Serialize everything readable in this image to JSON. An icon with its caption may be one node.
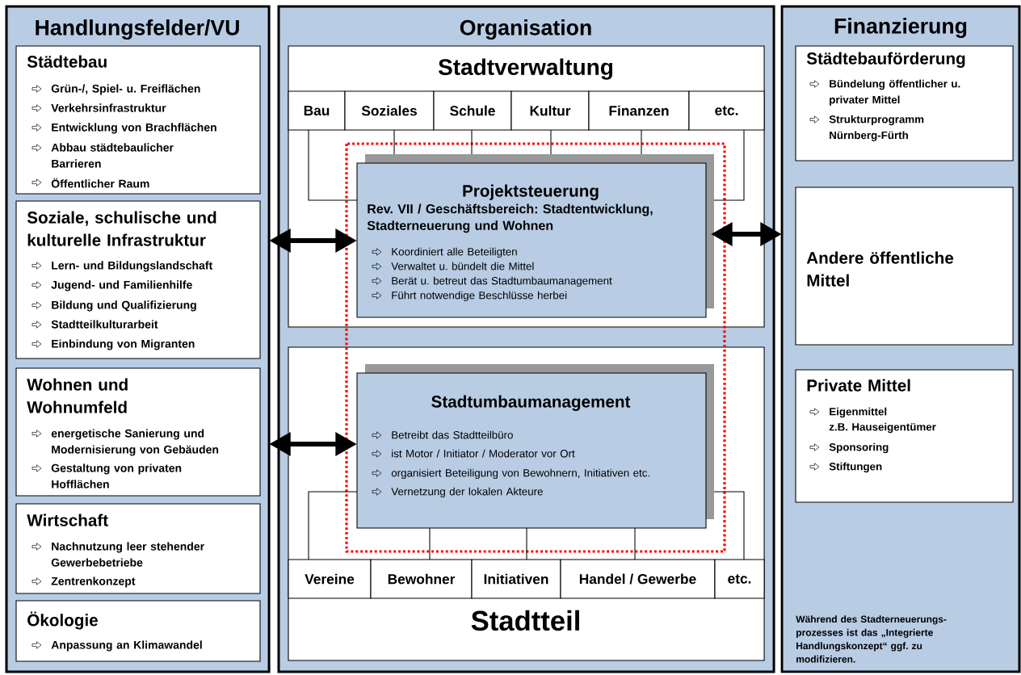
{
  "diagram": {
    "nodes": [
      {
        "text": [
          "Handlungsfelder/VU"
        ]
      },
      {
        "text": [
          "Städtebau",
          "Grün-/, Spiel- u. Freiflächen",
          "Verkehrsinfrastruktur",
          "Entwicklung von Brachflächen",
          "Abbau städtebaulicher Barrieren",
          "Öffentlicher Raum"
        ],
        "in": 0
      },
      {
        "text": [
          "Soziale, schulische und kulturelle Infrastruktur",
          "Lern- und Bildungslandschaft",
          "Jugend- und Familienhilfe",
          "Bildung und Qualifizierung",
          "Stadtteilkulturarbeit",
          "Einbindung von Migranten"
        ],
        "in": 0
      },
      {
        "text": [
          "Wohnen und Wohnumfeld",
          "energetische Sanierung und Modernisierung von Gebäuden",
          "Gestaltung von privaten Hofflächen"
        ],
        "in": 0
      },
      {
        "text": [
          "Wirtschaft",
          "Nachnutzung leer stehender Gewerbebetriebe",
          "Zentrenkonzept"
        ],
        "in": 0
      },
      {
        "text": [
          "Ökologie",
          "Anpassung an Klimawandel"
        ],
        "in": 0
      },
      {
        "text": [
          "Organisation"
        ]
      },
      {
        "text": [
          "Stadtverwaltung"
        ],
        "in": 6
      },
      {
        "text": [
          "Bau"
        ],
        "in": 7
      },
      {
        "text": [
          "Soziales"
        ],
        "in": 7
      },
      {
        "text": [
          "Schule"
        ],
        "in": 7
      },
      {
        "text": [
          "Kultur"
        ],
        "in": 7
      },
      {
        "text": [
          "Finanzen"
        ],
        "in": 7
      },
      {
        "text": [
          "etc."
        ],
        "in": 7
      },
      {
        "text": [
          "Projektsteuerung",
          "Rev. VII / Geschäftsbereich: Stadtentwicklung, Stadterneuerung und Wohnen",
          "Koordiniert alle Beteiligten",
          "Verwaltet u. bündelt die Mittel",
          "Berät u. betreut das Stadtumbaumanagement",
          "Führt notwendige Beschlüsse herbei"
        ],
        "in": 7
      },
      {
        "text": [
          "Stadtteil"
        ],
        "in": 6
      },
      {
        "text": [
          "Stadtumbaumanagement",
          "Betreibt das Stadtteilbüro",
          "ist Motor / Initiator / Moderator vor Ort",
          "organisiert Beteiligung von Bewohnern, Initiativen etc.",
          "Vernetzung der lokalen Akteure"
        ],
        "in": 15
      },
      {
        "text": [
          "Vereine"
        ],
        "in": 15
      },
      {
        "text": [
          "Bewohner"
        ],
        "in": 15
      },
      {
        "text": [
          "Initiativen"
        ],
        "in": 15
      },
      {
        "text": [
          "Handel / Gewerbe"
        ],
        "in": 15
      },
      {
        "text": [
          "etc."
        ],
        "in": 15
      },
      {
        "text": [
          "Finanzierung",
          "Während des Stadterneuerungs-prozesses ist das „Integrierte Handlungskonzept“ ggf. zu modifizieren."
        ]
      },
      {
        "text": [
          "Städtebauförderung",
          "Bündelung öffentlicher u. privater Mittel",
          "Strukturprogramm Nürnberg-Fürth"
        ],
        "in": 22
      },
      {
        "text": [
          "Andere öffentliche Mittel"
        ],
        "in": 22
      },
      {
        "text": [
          "Private Mittel",
          "Eigenmittel",
          "z.B. Hauseigentümer",
          "Sponsoring",
          "Stiftungen"
        ],
        "in": 22
      }
    ],
    "edges": [
      {
        "from": 0,
        "to": 14,
        "arrow": "both",
        "style": "thick"
      },
      {
        "from": 0,
        "to": 16,
        "arrow": "both",
        "style": "thick"
      },
      {
        "from": 14,
        "to": 22,
        "arrow": "both",
        "style": "thick"
      },
      {
        "from": 8,
        "to": 14,
        "arrow": "none"
      },
      {
        "from": 9,
        "to": 14,
        "arrow": "none"
      },
      {
        "from": 10,
        "to": 14,
        "arrow": "none"
      },
      {
        "from": 11,
        "to": 14,
        "arrow": "none"
      },
      {
        "from": 12,
        "to": 14,
        "arrow": "none"
      },
      {
        "from": 13,
        "to": 14,
        "arrow": "none"
      },
      {
        "from": 17,
        "to": 16,
        "arrow": "none"
      },
      {
        "from": 18,
        "to": 16,
        "arrow": "none"
      },
      {
        "from": 19,
        "to": 16,
        "arrow": "none"
      },
      {
        "from": 20,
        "to": 16,
        "arrow": "none"
      },
      {
        "from": 21,
        "to": 16,
        "arrow": "none"
      }
    ]
  }
}
